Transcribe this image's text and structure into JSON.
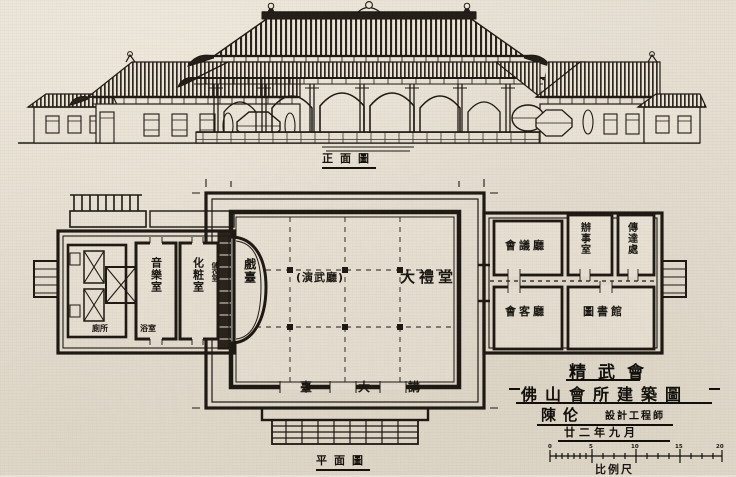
{
  "document": {
    "type": "architectural-drawing",
    "medium": "printed ink on aged paper",
    "sheet_background": "#e8e2d6",
    "ink_color": "#1b1712"
  },
  "title_block": {
    "line1": "精武會",
    "line2": "佛山會所建築圖",
    "line3_prefix": "設計工程師",
    "line3_name": "陳伦",
    "date": "廿二年九月",
    "scale_label": "比例尺",
    "scale_ticks": [
      "0",
      "5",
      "10",
      "15",
      "20"
    ]
  },
  "drawings": [
    {
      "id": "elevation",
      "caption": "正面圖",
      "description": "front elevation of a traditional Chinese hall with tiled hip-gable roof, ridge ornaments, arched openings and octagonal windows"
    },
    {
      "id": "plan",
      "caption": "平面圖",
      "description": "ground floor plan showing great hall, stage, wings and service rooms"
    }
  ],
  "plan_rooms": [
    {
      "name": "大禮堂",
      "sub": "(演武廳)",
      "position": "center-hall"
    },
    {
      "name": "戲臺",
      "position": "stage-west-of-hall"
    },
    {
      "name": "音樂室",
      "position": "left-wing-upper"
    },
    {
      "name": "化粧室",
      "position": "left-wing-upper-right"
    },
    {
      "name": "會議廳",
      "position": "right-wing-upper-left"
    },
    {
      "name": "辦事室",
      "position": "right-wing-upper-mid"
    },
    {
      "name": "傳達處",
      "position": "right-wing-upper-right"
    },
    {
      "name": "會客廳",
      "position": "right-wing-lower-left"
    },
    {
      "name": "圖書館",
      "position": "right-wing-lower-right"
    },
    {
      "name": "講臺",
      "position": "hall-south-edge"
    },
    {
      "name": "廁所",
      "position": "far-left-block"
    },
    {
      "name": "浴室",
      "position": "far-left-block"
    }
  ],
  "plan_small_notes": [
    {
      "text": "儲衣室",
      "position": "between-dressing-and-hall"
    }
  ],
  "bottom_labels": {
    "left": "臺",
    "center": "大",
    "right": "講"
  }
}
